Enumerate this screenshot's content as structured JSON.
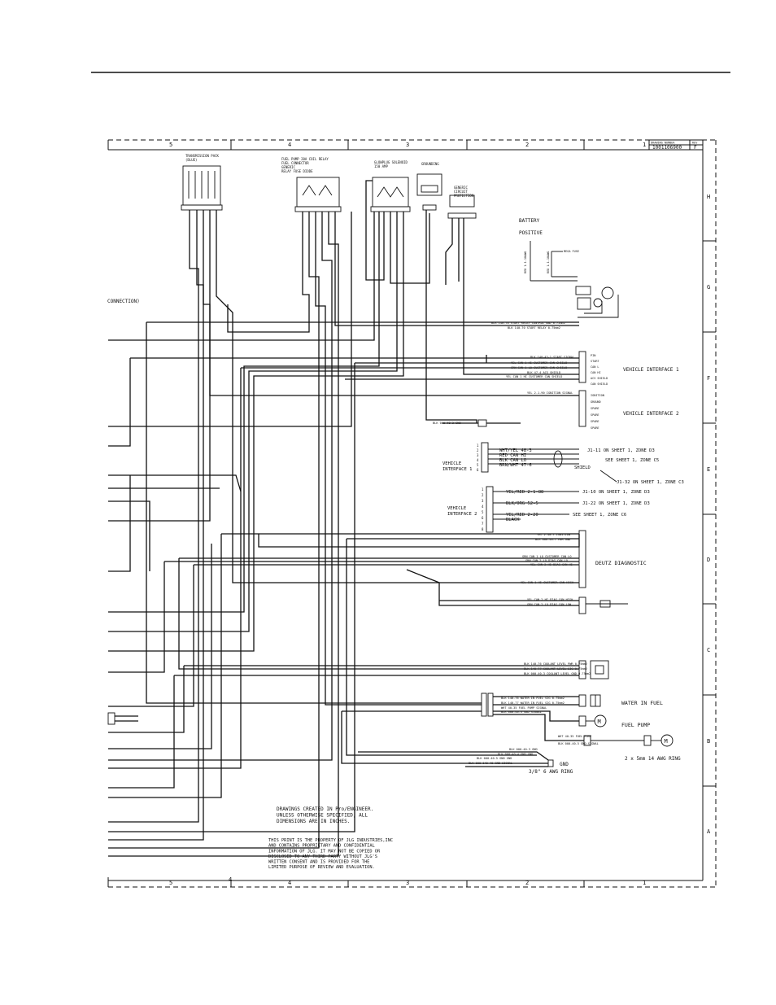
{
  "sheet": {
    "drawing_number": "1001106900",
    "revision": "F",
    "title_block_labels": [
      "DRAWING NUMBER",
      "REV"
    ],
    "zones_top": [
      "5",
      "4",
      "3",
      "2",
      "1"
    ],
    "zones_bottom": [
      "5",
      "4",
      "4",
      "3",
      "2",
      "1"
    ],
    "zones_right": [
      "H",
      "G",
      "F",
      "E",
      "D",
      "C",
      "B",
      "A"
    ],
    "connection_note": "CONNECTION)"
  },
  "components": {
    "transmission_pack": "TRANSMISSION PACK\n(BLUE)",
    "fuel_pump_relay": "FUEL PUMP 20A COIL RELAY\nFUEL CONNECTOR\nGENERIC\nRELAY FUSE DIODE",
    "glowplug": "GLOWPLUG SOLENOID\n150 AMP",
    "grounding": "GROUNDING",
    "generic_fuse": "GENERIC\nCIRCUIT\nPROTECTION",
    "battery": "BATTERY",
    "positive": "POSITIVE",
    "vehicle_interface_1": "VEHICLE INTERFACE 1",
    "vehicle_interface_2": "VEHICLE INTERFACE 2",
    "deutz_diagnostic": "DEUTZ DIAGNOSTIC",
    "water_in_fuel": "WATER IN FUEL",
    "fuel_pump": "FUEL PUMP",
    "ring_note": "2 x 5mm 14 AWG RING",
    "gnd": "GND",
    "gnd_ring": "3/8\" 6 AWG RING"
  },
  "vi1_table": {
    "label": "VEHICLE\nINTERFACE 1",
    "pins": [
      "1",
      "2",
      "3",
      "4",
      "5",
      "6"
    ],
    "wires": [
      {
        "wire": "WHT/YEL 48-3",
        "dest": "J1-11 ON SHEET 1, ZONE D3"
      },
      {
        "wire": "RED CAN HI",
        "dest": "SEE SHEET 1, ZONE C5"
      },
      {
        "wire": "BLK CAN LO",
        "dest": ""
      },
      {
        "wire": "BRN/WHT 47-6",
        "dest": "SHIELD"
      }
    ],
    "extra": "J1-32 ON SHEET 1, ZONE C3"
  },
  "vi2_table": {
    "label": "VEHICLE\nINTERFACE 2",
    "pins": [
      "1",
      "2",
      "3",
      "4",
      "5",
      "6",
      "7",
      "8"
    ],
    "wires": [
      {
        "wire": "YEL/RED 2-1-88",
        "dest": "J1-10 ON SHEET 1, ZONE D3"
      },
      {
        "wire": "BLK/ORG 52-5",
        "dest": "J1-22 ON SHEET 1, ZONE D3"
      },
      {
        "wire": "YEL/RED 2-20",
        "dest": "SEE SHEET 1, ZONE C6"
      },
      {
        "wire": "BLACK",
        "dest": ""
      }
    ]
  },
  "vi1_connector_pins": [
    "PIN",
    "START",
    "CAN L",
    "CAN HI",
    "ACS SHIELD",
    "CAN SHIELD"
  ],
  "vi2_connector_pins": [
    "IGNITION",
    "GROUND",
    "SPARE",
    "SPARE",
    "SPARE",
    "SPARE"
  ],
  "wire_labels": {
    "start_relay_1": "BLK 140-70 START RELAY CONTROL GND 0.75mm2",
    "start_relay_2": "BLK 140-70 START RELAY 0.75mm2",
    "vi1_a": "BLK 140-43-1 START SIGNAL",
    "vi1_b": "YEL CAN 1 HI CUSTOMER CAN SHIELD",
    "vi1_c": "GRN CAN 1 LO CUSTOMER CAN SHIELD",
    "vi1_d": "BLK 47-4 ACS SHIELD",
    "vi1_e": "YEL CAN 1 HI CUSTOMER CAN SHIELD",
    "vi2_a": "YEL 2-1-90 IGNITION SIGNAL",
    "gnd_a": "BLK 000-40-3 GND",
    "deutz_1": "YEL 2-40-7 IGNITION",
    "deutz_2": "BLK 000-40-7 PWR GND",
    "deutz_3": "GRN CAN 1 LO CUSTOMER CAN LO",
    "deutz_4": "GRN CAN 2 LO DIAG CAN LO",
    "deutz_5": "YEL CAN 2 HI DIAG CAN HI",
    "deutz_6": "YEL CAN 1 HI CUSTOMER CAN HIGH",
    "deutz_7": "YEL CAN 2 HI DIAG CAN HIGH",
    "deutz_8": "GRN CAN 2 LO DIAG CAN LOW",
    "coolant_1": "BLK 140-76 COOLANT LEVEL PWR 0.75mm2",
    "coolant_2": "BLK 140-77 COOLANT LEVEL SIG 0.75mm2",
    "coolant_3": "BLK 000-40-3 COOLANT LEVEL GND 0.75mm2",
    "wif_1": "BLK 140-76 WATER IN FUEL SIG 0.75mm2",
    "wif_2": "BLK 140-77 WATER IN FUEL SIG 0.75mm2",
    "fp_1": "WHT 40-35 FUEL PUMP SIGNAL",
    "fp_2": "BLK 000-40-3 GND SIGNAL",
    "fp_3": "WHT 40-35 FUEL PUMP",
    "fp_4": "BLK 000-40-5 GND SIGNAL",
    "gnd_1": "BLK 000-40-3 GND",
    "gnd_2": "BLK 000-40-4 GND GND",
    "gnd_3": "BLK 000-40-5 GND GND",
    "gnd_4": "BLK 000-140-40 GND SIGNAL",
    "bat_1": "RED 1-1-18AWG",
    "bat_2": "RED 1-1-18AWG",
    "mega_fuse": "MEGA FUSE"
  },
  "notes": {
    "drawings_created": "DRAWINGS CREATED IN Pro/ENGINEER.\nUNLESS OTHERWISE SPECIFIED, ALL\nDIMENSIONS ARE IN INCHES.",
    "property": "THIS PRINT IS THE PROPERTY OF JLG INDUSTRIES,INC\nAND CONTAINS PROPRIETARY AND CONFIDENTIAL\nINFORMATION OF JLG.  IT MAY NOT BE COPIED OR\nDISCLOSED TO ANY THIRD PARTY WITHOUT JLG'S\nWRITTEN CONSENT AND IS PROVIDED FOR THE\nLIMITED PURPOSE OF REVIEW AND EVALUATION."
  }
}
